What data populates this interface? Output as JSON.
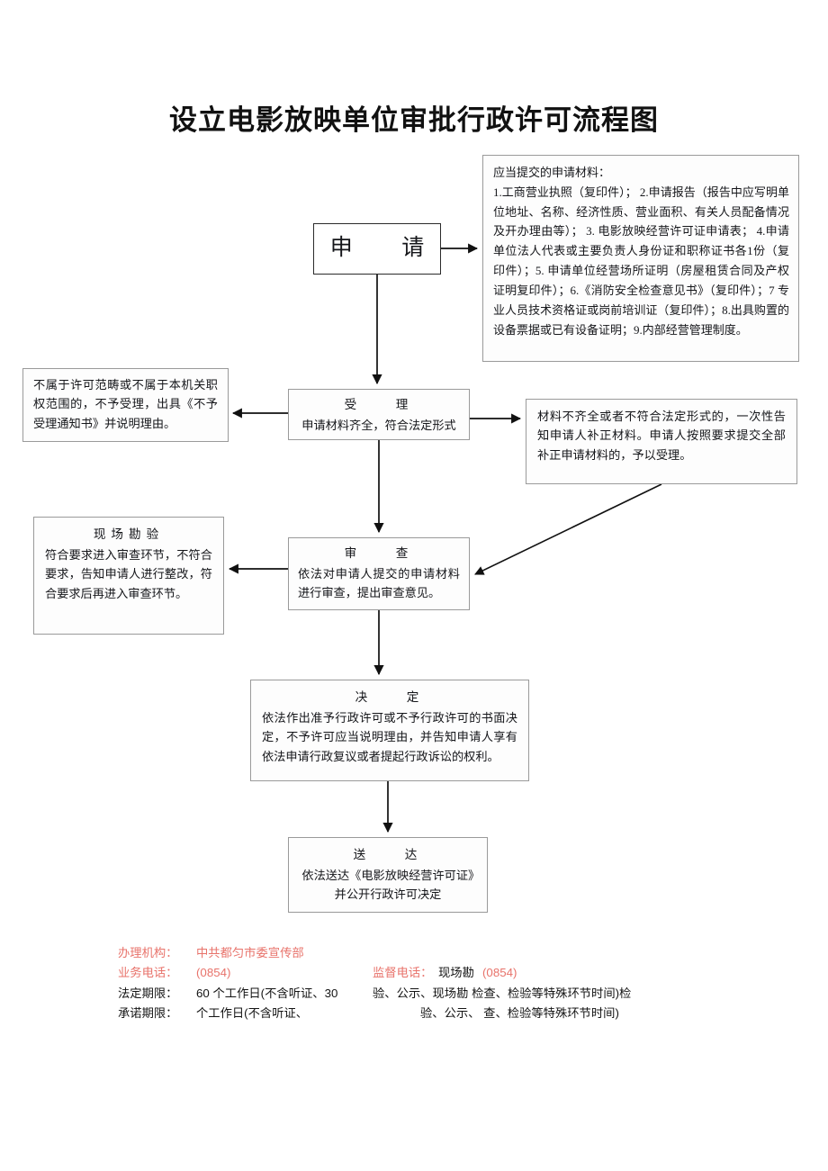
{
  "title": "设立电影放映单位审批行政许可流程图",
  "nodes": {
    "apply": {
      "header": "申  请"
    },
    "materials": {
      "text": "应当提交的申请材料：\n1.工商营业执照（复印件）； 2.申请报告（报告中应写明单位地址、名称、经济性质、营业面积、有关人员配备情况及开办理由等）； 3. 电影放映经营许可证申请表； 4.申请单位法人代表或主要负责人身份证和职称证书各1份（复印件）；5. 申请单位经营场所证明（房屋租赁合同及产权证明复印件）；6.《消防安全检查意见书》（复印件）；7 专业人员技术资格证或岗前培训证（复印件）；8.出具购置的设备票据或已有设备证明；9.内部经营管理制度。"
    },
    "accept": {
      "header": "受    理",
      "body": "申请材料齐全，符合法定形式"
    },
    "reject": {
      "body": "不属于许可范畴或不属于本机关职权范围的，不予受理，出具《不予受理通知书》并说明理由。"
    },
    "supplement": {
      "body": "材料不齐全或者不符合法定形式的，一次性告知申请人补正材料。申请人按照要求提交全部补正申请材料的，予以受理。"
    },
    "review": {
      "header": "审    查",
      "body": "依法对申请人提交的申请材料进行审查，提出审查意见。"
    },
    "survey": {
      "header": "现场勘验",
      "body": "符合要求进入审查环节，不符合要求，告知申请人进行整改，符合要求后再进入审查环节。"
    },
    "decision": {
      "header": "决    定",
      "body": "依法作出准予行政许可或不予行政许可的书面决定，不予许可应当说明理由，并告知申请人享有依法申请行政复议或者提起行政诉讼的权利。"
    },
    "deliver": {
      "header": "送    达",
      "body": "依法送达《电影放映经营许可证》并公开行政许可决定"
    }
  },
  "footer": {
    "agency_label": "办理机构：",
    "agency_value": "中共都匀市委宣传部",
    "business_phone_label": "业务电话：",
    "business_phone_value": "(0854)",
    "supervise_phone_label": "监督电话：",
    "supervise_phone_mid": "现场勘",
    "supervise_phone_value": "(0854)",
    "statutory_label": "法定期限：",
    "statutory_value": "60 个工作日(不含听证、30",
    "statutory_tail": "验、公示、现场勘 检查、检验等特殊环节时间)检",
    "promise_label": "承诺期限：",
    "promise_value": "个工作日(不含听证、",
    "promise_tail": "验、公示、 查、检验等特殊环节时间)"
  },
  "colors": {
    "footer_red": "#e8736b",
    "box_border": "#9a9a9a",
    "apply_border": "#2b2b2b",
    "connector": "#111111"
  }
}
